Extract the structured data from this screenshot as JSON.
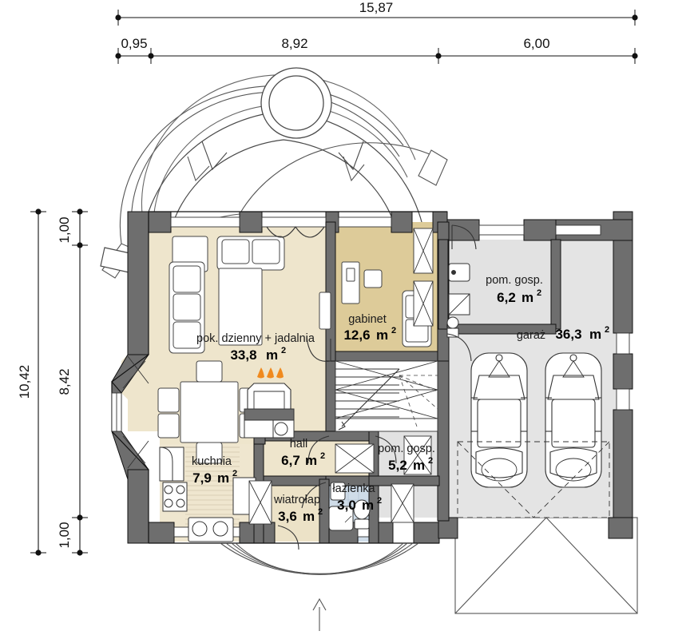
{
  "plan": {
    "type": "floor-plan",
    "language": "pl",
    "units": "m",
    "area_unit": "m²"
  },
  "dimensions": {
    "top_overall": {
      "label": "15,87"
    },
    "top_chain": [
      {
        "label": "0,95"
      },
      {
        "label": "8,92"
      },
      {
        "label": "6,00"
      }
    ],
    "left_overall": {
      "label": "10,42"
    },
    "left_chain": [
      {
        "label": "1,00"
      },
      {
        "label": "8,42"
      },
      {
        "label": "1,00"
      }
    ]
  },
  "rooms": [
    {
      "id": "living",
      "name": "pok. dzienny + jadalnia",
      "area": "33,8",
      "unit": "m",
      "exp": "2",
      "fill": "#eee5cc"
    },
    {
      "id": "study",
      "name": "gabinet",
      "area": "12,6",
      "unit": "m",
      "exp": "2",
      "fill": "#ddcb99"
    },
    {
      "id": "kitchen",
      "name": "kuchnia",
      "area": "7,9",
      "unit": "m",
      "exp": "2",
      "fill": "#efe6cf"
    },
    {
      "id": "hall",
      "name": "hall",
      "area": "6,7",
      "unit": "m",
      "exp": "2",
      "fill": "#eee5cc"
    },
    {
      "id": "vestibule",
      "name": "wiatrołap",
      "area": "3,6",
      "unit": "m",
      "exp": "2",
      "fill": "#ece2c7"
    },
    {
      "id": "bathroom",
      "name": "łazienka",
      "area": "3,0",
      "unit": "m",
      "exp": "2",
      "fill": "#cfdce8"
    },
    {
      "id": "utility1",
      "name": "pom. gosp.",
      "area": "6,2",
      "unit": "m",
      "exp": "2",
      "fill": "#e2e2e2"
    },
    {
      "id": "utility2",
      "name": "pom. gosp.",
      "area": "5,2",
      "unit": "m",
      "exp": "2",
      "fill": "#e2e2e2"
    },
    {
      "id": "garage",
      "name": "garaż",
      "area": "36,3",
      "unit": "m",
      "exp": "2",
      "fill": "#e2e2e2"
    }
  ],
  "colors": {
    "wall": "#6e6e6e",
    "wall_stroke": "#111111",
    "living_fill": "#eee5cc",
    "study_fill": "#ddcb99",
    "grey_fill": "#e2e2e2",
    "tile_fill": "#cfdce8",
    "line": "#1a1a1a",
    "thin_line": "#555555",
    "flame": "#f08a1e",
    "background": "#ffffff"
  },
  "features": {
    "terrace_canopy": "curved-terrace-roof",
    "column_circle": "round-column",
    "entry_steps": "curved-entry-steps",
    "garage_apron": "garage-roof-overhang",
    "stairs": "staircase-with-winders",
    "fireplace": "fireplace",
    "cars": 2
  }
}
